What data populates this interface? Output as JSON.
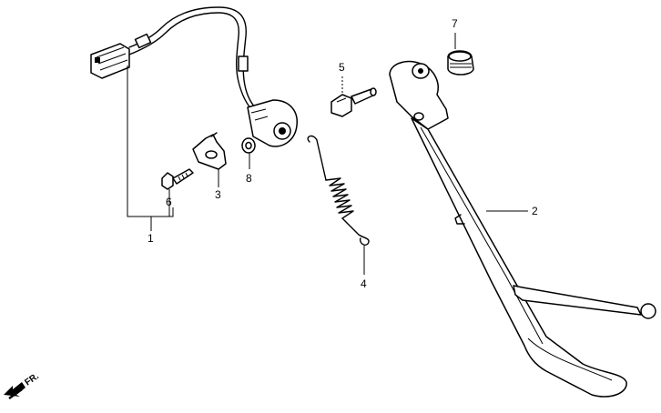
{
  "callouts": [
    {
      "id": "1",
      "label": "1"
    },
    {
      "id": "2",
      "label": "2"
    },
    {
      "id": "3",
      "label": "3"
    },
    {
      "id": "4",
      "label": "4"
    },
    {
      "id": "5",
      "label": "5"
    },
    {
      "id": "6",
      "label": "6"
    },
    {
      "id": "7",
      "label": "7"
    },
    {
      "id": "8",
      "label": "8"
    }
  ],
  "direction": {
    "label": "FR.",
    "icon": "front-direction-arrow-icon"
  }
}
